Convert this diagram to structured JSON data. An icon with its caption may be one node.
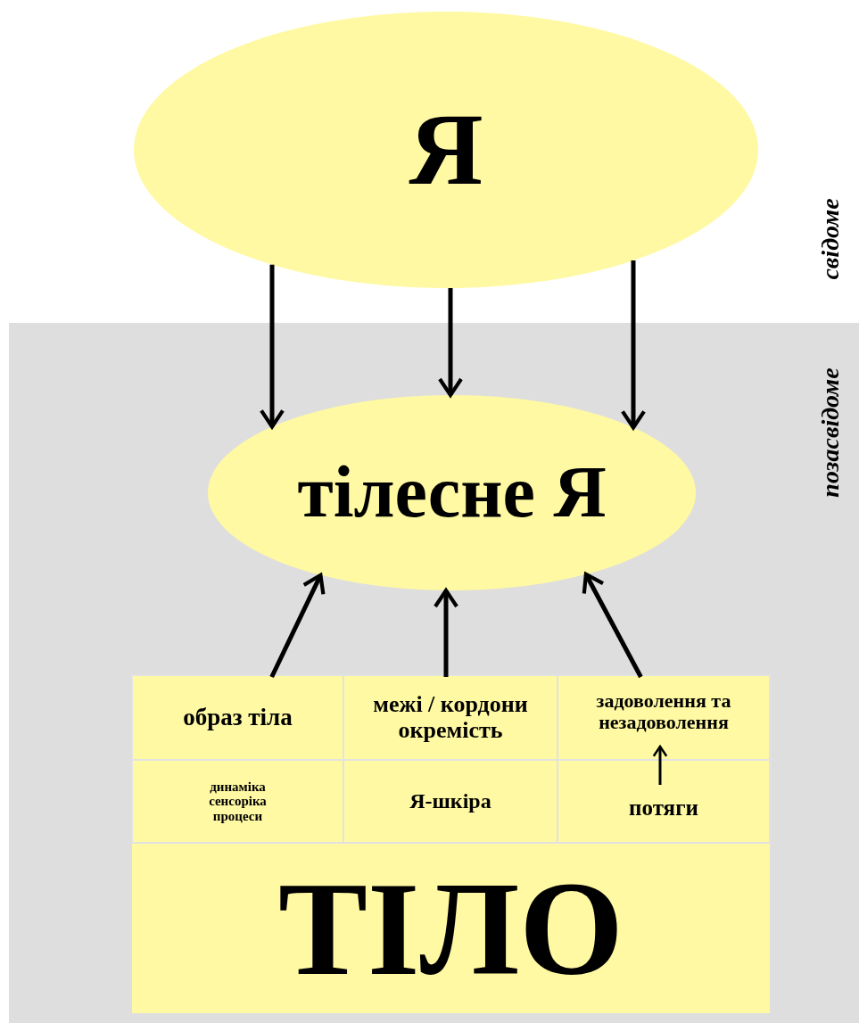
{
  "diagram": {
    "nodes": [
      {
        "text": [
          "Я"
        ]
      },
      {
        "text": [
          "тілесне Я"
        ]
      },
      {
        "text": [
          "образ тіла"
        ]
      },
      {
        "text": [
          "межі / кордони окремість"
        ]
      },
      {
        "text": [
          "задоволення та незадоволення"
        ]
      },
      {
        "text": [
          "динаміка сенсоріка процеси"
        ]
      },
      {
        "text": [
          "Я-шкіра"
        ]
      },
      {
        "text": [
          "потяги"
        ]
      },
      {
        "text": [
          "ТІЛО"
        ]
      }
    ],
    "edges": [
      {
        "from": 0,
        "to": 1,
        "arrow": "to"
      },
      {
        "from": 0,
        "to": 1,
        "arrow": "to"
      },
      {
        "from": 0,
        "to": 1,
        "arrow": "to"
      },
      {
        "from": 2,
        "to": 1,
        "arrow": "to"
      },
      {
        "from": 3,
        "to": 1,
        "arrow": "to"
      },
      {
        "from": 4,
        "to": 1,
        "arrow": "to"
      },
      {
        "from": 7,
        "to": 4,
        "arrow": "to"
      }
    ],
    "labels": [
      "свідоме",
      "позасвідоме"
    ]
  }
}
